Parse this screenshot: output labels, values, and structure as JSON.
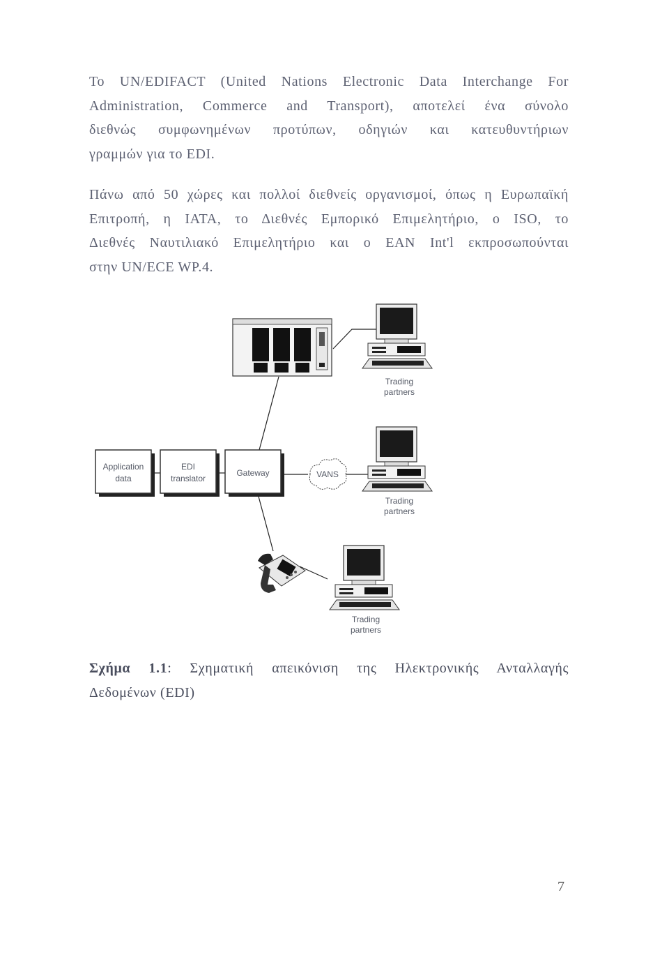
{
  "paragraph1": {
    "lines": [
      "Το UN/EDIFACT (United Nations Electronic Data Interchange For",
      "Administration, Commerce and Transport), αποτελεί ένα σύνολο",
      "διεθνώς συμφωνημένων προτύπων, οδηγιών και κατευθυντήριων",
      "γραμμών για το EDI."
    ]
  },
  "paragraph2": {
    "lines": [
      "Πάνω από 50 χώρες και πολλοί διεθνείς οργανισμοί, όπως η Ευρωπαϊκή",
      "Επιτροπή, η ΙΑΤΑ, το Διεθνές Εμπορικό Επιμελητήριο, ο ISO, το",
      "Διεθνές Ναυτιλιακό Επιμελητήριο και ο EAN Int'l εκπροσωπούνται",
      "στην UN/ECE WP.4."
    ]
  },
  "figure": {
    "application_data": [
      "Application",
      "data"
    ],
    "edi_translator": [
      "EDI",
      "translator"
    ],
    "gateway": "Gateway",
    "vans": "VANS",
    "trading_partners_1": [
      "Trading",
      "partners"
    ],
    "trading_partners_2": [
      "Trading",
      "partners"
    ],
    "trading_partners_3": [
      "Trading",
      "partners"
    ],
    "icons": [
      "mainframe-icon",
      "desktop-computer-icon",
      "telephone-icon"
    ]
  },
  "caption": {
    "label": "Σχήμα 1.1",
    "line1": ": Σχηματική απεικόνιση της Ηλεκτρονικής Ανταλλαγής",
    "line2": "Δεδομένων (EDI)"
  },
  "page_number": "7"
}
